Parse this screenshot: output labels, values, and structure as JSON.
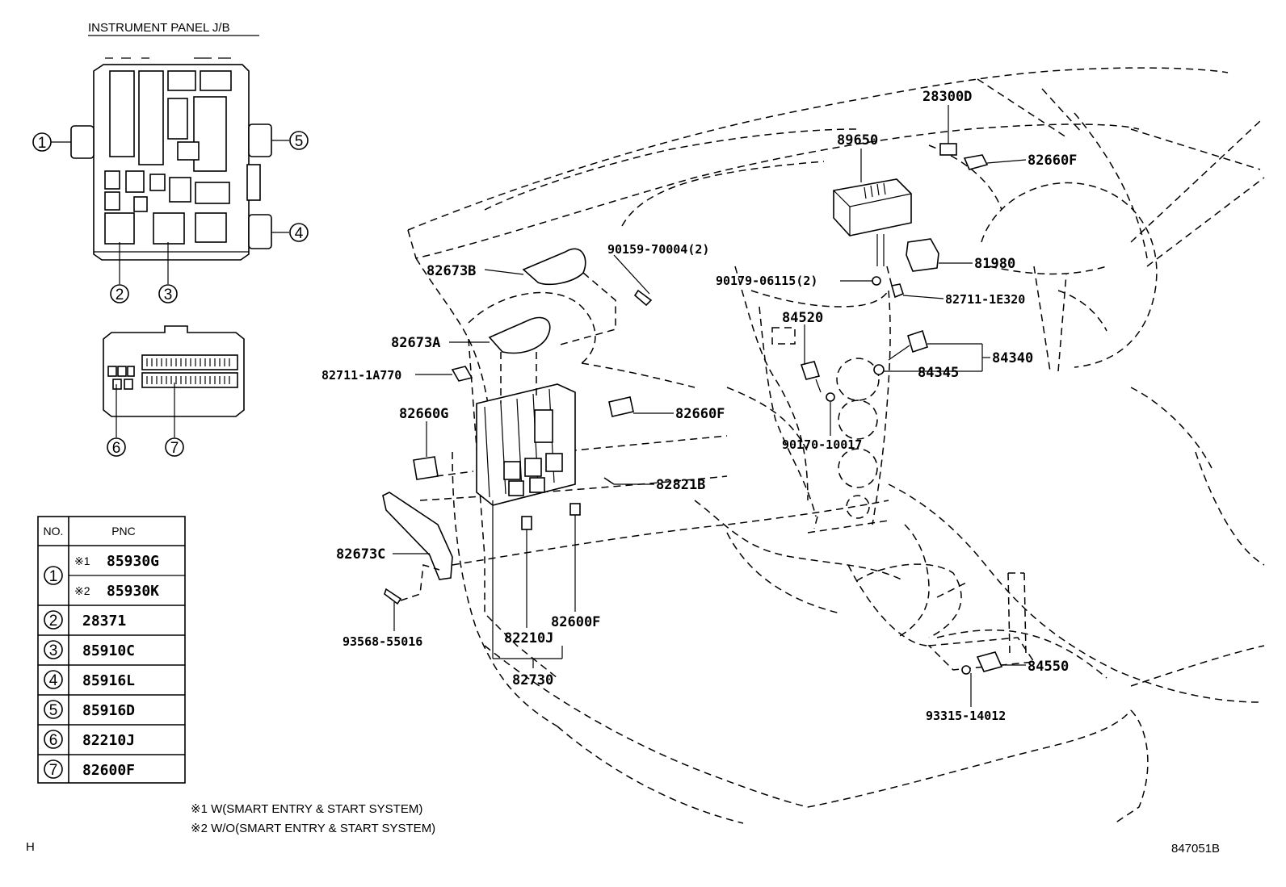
{
  "panel_title": "INSTRUMENT PANEL J/B",
  "callouts": [
    "1",
    "2",
    "3",
    "4",
    "5",
    "6",
    "7"
  ],
  "table": {
    "headers": {
      "no": "NO.",
      "pnc": "PNC"
    },
    "rows": [
      {
        "no": "1",
        "entries": [
          {
            "mark": "※1",
            "pnc": "85930G"
          },
          {
            "mark": "※2",
            "pnc": "85930K"
          }
        ]
      },
      {
        "no": "2",
        "pnc": "28371"
      },
      {
        "no": "3",
        "pnc": "85910C"
      },
      {
        "no": "4",
        "pnc": "85916L"
      },
      {
        "no": "5",
        "pnc": "85916D"
      },
      {
        "no": "6",
        "pnc": "82210J"
      },
      {
        "no": "7",
        "pnc": "82600F"
      }
    ]
  },
  "footnotes": [
    "※1 W(SMART ENTRY & START SYSTEM)",
    "※2 W/O(SMART ENTRY & START SYSTEM)"
  ],
  "part_labels": {
    "p28300D": "28300D",
    "p89650": "89650",
    "p82660F_top": "82660F",
    "p90159": "90159-70004(2)",
    "p82673B": "82673B",
    "p90179": "90179-06115(2)",
    "p81980": "81980",
    "p82711_1E320": "82711-1E320",
    "p84520": "84520",
    "p82673A": "82673A",
    "p84340": "84340",
    "p84345": "84345",
    "p82711_1A770": "82711-1A770",
    "p82660G": "82660G",
    "p82660F_mid": "82660F",
    "p90170": "90170-10017",
    "p82821B": "82821B",
    "p82673C": "82673C",
    "p82600F": "82600F",
    "p82210J": "82210J",
    "p93568": "93568-55016",
    "p82730": "82730",
    "p84550": "84550",
    "p93315": "93315-14012"
  },
  "corner_mark": "H",
  "figure_id": "847051B"
}
